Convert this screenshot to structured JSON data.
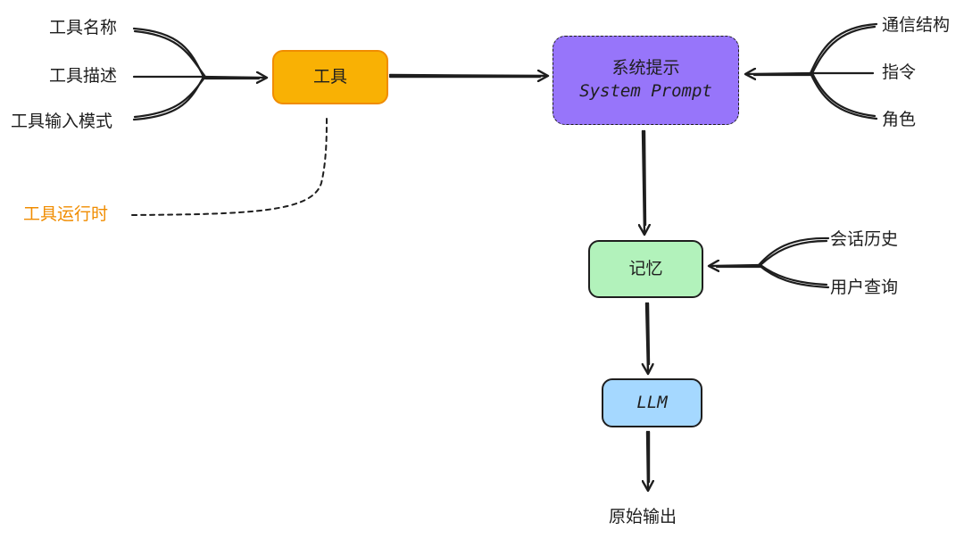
{
  "nodes": {
    "tool": "工具",
    "system_prompt": {
      "line1": "系统提示",
      "line2": "System Prompt"
    },
    "memory": "记忆",
    "llm": "LLM"
  },
  "inputs": {
    "tool_name": "工具名称",
    "tool_description": "工具描述",
    "tool_input_schema": "工具输入模式",
    "tool_runtime": "工具运行时",
    "communication_structure": "通信结构",
    "instruction": "指令",
    "role": "角色",
    "conversation_history": "会话历史",
    "user_query": "用户查询"
  },
  "output": "原始输出",
  "colors": {
    "tool_fill": "#f9b104",
    "tool_stroke": "#f08c00",
    "system_fill": "#9775fa",
    "memory_fill": "#b2f2bb",
    "llm_fill": "#a5d8ff",
    "runtime_label": "#f08c00",
    "ink": "#1e1e1e"
  }
}
